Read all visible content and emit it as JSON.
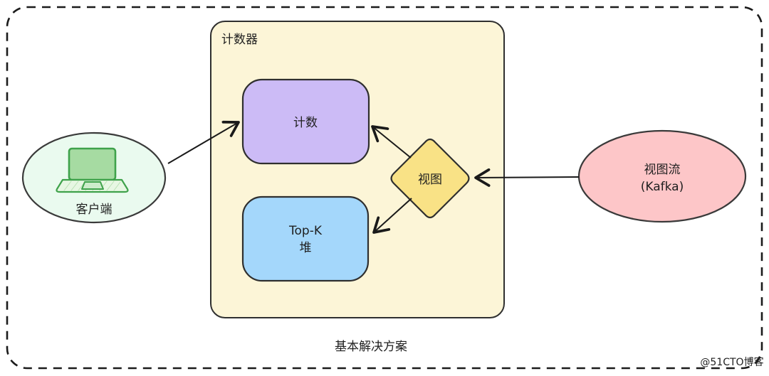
{
  "diagram": {
    "caption": "基本解决方案",
    "watermark": {
      "text": "@51CTO博客",
      "color": "#c9c9c9"
    },
    "canvas": {
      "background": "#ffffff",
      "border_color": "#1b1b1b"
    },
    "arrow_color": "#1a1a1a",
    "container": {
      "label": "计数器",
      "fill": "#fcf5d7",
      "stroke": "#2f2f2f"
    },
    "nodes": {
      "client": {
        "label": "客户端",
        "fill": "#eafaef",
        "stroke": "#3a3a3a",
        "icon": "laptop-icon",
        "icon_stroke": "#3fa24b",
        "icon_screen_fill": "#a6dba2",
        "icon_base_fill": "#e7f7e3"
      },
      "count_box": {
        "label": "计数",
        "fill": "#ccbbf6",
        "stroke": "#2f2f2f"
      },
      "topk_box": {
        "label_line1": "Top-K",
        "label_line2": "堆",
        "fill": "#a4d7fb",
        "stroke": "#2f2f2f"
      },
      "view_diamond": {
        "label": "视图",
        "fill": "#f9e286",
        "stroke": "#2f2f2f"
      },
      "view_stream": {
        "label_line1": "视图流",
        "label_line2": "(Kafka)",
        "fill": "#fdc6c8",
        "stroke": "#3a3a3a"
      }
    },
    "edges": [
      {
        "name": "client-to-count",
        "from": "client",
        "to": "count_box"
      },
      {
        "name": "view-to-count",
        "from": "view_diamond",
        "to": "count_box"
      },
      {
        "name": "view-to-topk",
        "from": "view_diamond",
        "to": "topk_box"
      },
      {
        "name": "stream-to-view",
        "from": "view_stream",
        "to": "view_diamond"
      }
    ]
  }
}
